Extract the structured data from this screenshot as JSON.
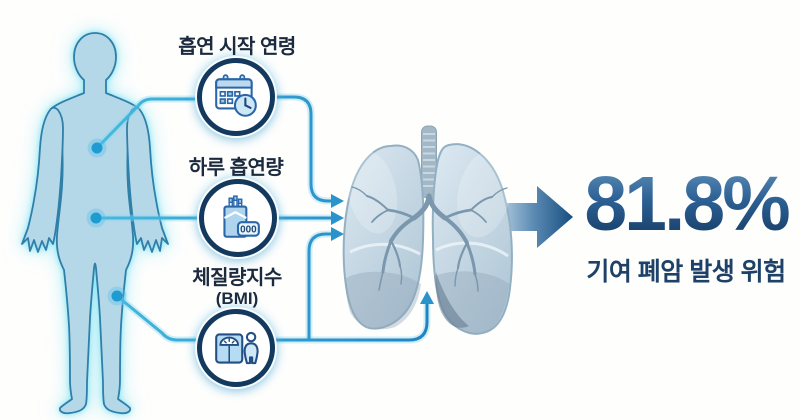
{
  "infographic": {
    "language": "ko",
    "factors": [
      {
        "id": "smoking-start-age",
        "label": "흡연 시작 연령",
        "icon": "calendar-clock-icon"
      },
      {
        "id": "daily-smoking-amount",
        "label": "하루 흡연량",
        "icon": "cigarette-pack-icon",
        "counter_text": "000"
      },
      {
        "id": "body-mass-index",
        "label": "체질량지수",
        "label_sub": "(BMI)",
        "icon": "body-scale-icon"
      }
    ],
    "result": {
      "value": "81.8%",
      "caption": "기여 폐암 발생 위험"
    },
    "colors": {
      "accent_line": "#2f9ecf",
      "line_glow": "#8fd8ef",
      "circle_ring": "#14395e",
      "label_text": "#1b2a3e",
      "percent_gradient_top": "#5d8fb8",
      "percent_gradient_bottom": "#143a62",
      "caption_text": "#1d4168",
      "big_arrow_light": "#b3cde1",
      "big_arrow_dark": "#174e80",
      "body_fill": "#b4d8e8",
      "body_stroke": "#2f7fa9",
      "body_glow": "#7de2f2",
      "lung_fill_light": "#dce9f2",
      "lung_fill_dark": "#b2c8d7",
      "bronchi": "#7b97ae",
      "background": "#fefefd"
    }
  }
}
